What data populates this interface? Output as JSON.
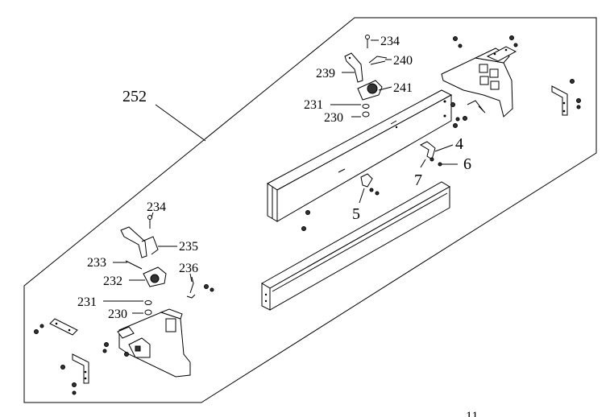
{
  "labels": {
    "l252": "252",
    "l234a": "234",
    "l240": "240",
    "l239": "239",
    "l241": "241",
    "l231a": "231",
    "l230a": "230",
    "l4": "4",
    "l6": "6",
    "l7": "7",
    "l5": "5",
    "l234b": "234",
    "l235": "235",
    "l233": "233",
    "l236": "236",
    "l232": "232",
    "l231b": "231",
    "l230b": "230",
    "page_number": "11"
  }
}
